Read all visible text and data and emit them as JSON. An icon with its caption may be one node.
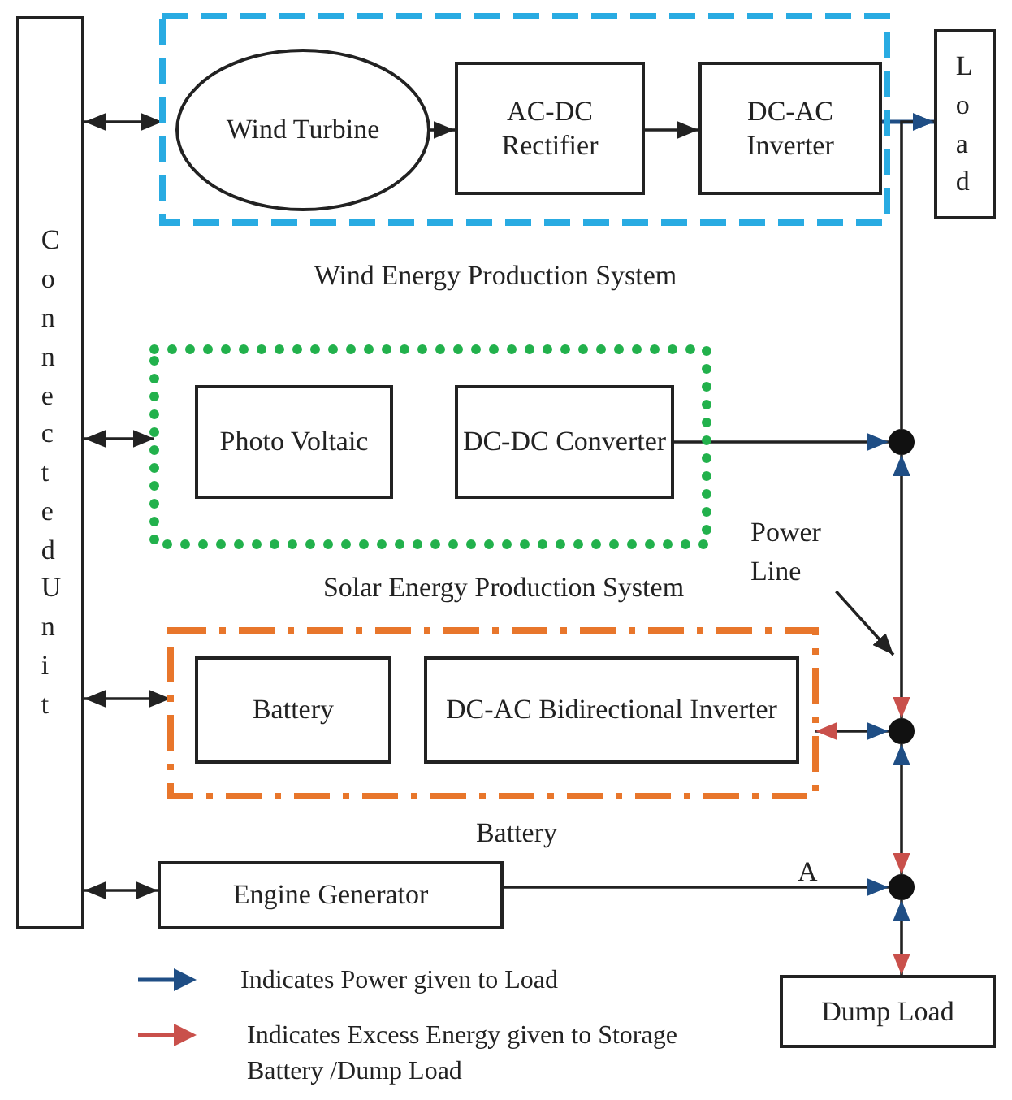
{
  "diagram": {
    "nodes": [
      {
        "text": [
          "Connected Unit"
        ]
      },
      {
        "text": [
          "Wind Energy Production System"
        ]
      },
      {
        "text": [
          "Wind Turbine"
        ],
        "in": 1
      },
      {
        "text": [
          "AC-DC Rectifier"
        ],
        "in": 1
      },
      {
        "text": [
          "DC-AC Inverter"
        ],
        "in": 1
      },
      {
        "text": [
          "Load"
        ]
      },
      {
        "text": [
          "Solar Energy Production System"
        ]
      },
      {
        "text": [
          "Photo Voltaic"
        ],
        "in": 6
      },
      {
        "text": [
          "DC-DC Converter"
        ],
        "in": 6
      },
      {
        "text": [
          "Battery"
        ]
      },
      {
        "text": [
          "Battery"
        ],
        "in": 9
      },
      {
        "text": [
          "DC-AC Bidirectional Inverter"
        ],
        "in": 9
      },
      {
        "text": [
          "Engine Generator"
        ]
      },
      {
        "text": [
          "Dump Load"
        ]
      },
      {
        "text": [
          "Power Line"
        ]
      },
      {
        "text": [],
        "shape": "circle"
      },
      {
        "text": [],
        "shape": "circle"
      },
      {
        "text": [],
        "shape": "circle"
      }
    ],
    "edges": [
      {
        "from": 0,
        "to": 1,
        "arrow": "both"
      },
      {
        "from": 0,
        "to": 6,
        "arrow": "both"
      },
      {
        "from": 0,
        "to": 9,
        "arrow": "both"
      },
      {
        "from": 0,
        "to": 12,
        "arrow": "both"
      },
      {
        "from": 2,
        "to": 3,
        "arrow": "to"
      },
      {
        "from": 3,
        "to": 4,
        "arrow": "to"
      },
      {
        "from": 4,
        "to": 5,
        "arrow": "to",
        "color": "#1f4e85"
      },
      {
        "from": 15,
        "to": 5,
        "arrow": "to"
      },
      {
        "from": 8,
        "to": 15,
        "arrow": "to"
      },
      {
        "from": 15,
        "to": 16,
        "arrow": "both"
      },
      {
        "from": 16,
        "to": 9,
        "arrow": "both"
      },
      {
        "from": 16,
        "to": 17,
        "arrow": "both"
      },
      {
        "from": 12,
        "to": 17,
        "label": "A",
        "arrow": "to"
      },
      {
        "from": 17,
        "to": 13,
        "arrow": "both"
      },
      {
        "from": 14,
        "to": null,
        "arrow": "to"
      }
    ],
    "legend": [
      {
        "text": "Indicates Power given to Load"
      },
      {
        "text": "Indicates Excess Energy given to Storage Battery /Dump Load"
      }
    ]
  }
}
